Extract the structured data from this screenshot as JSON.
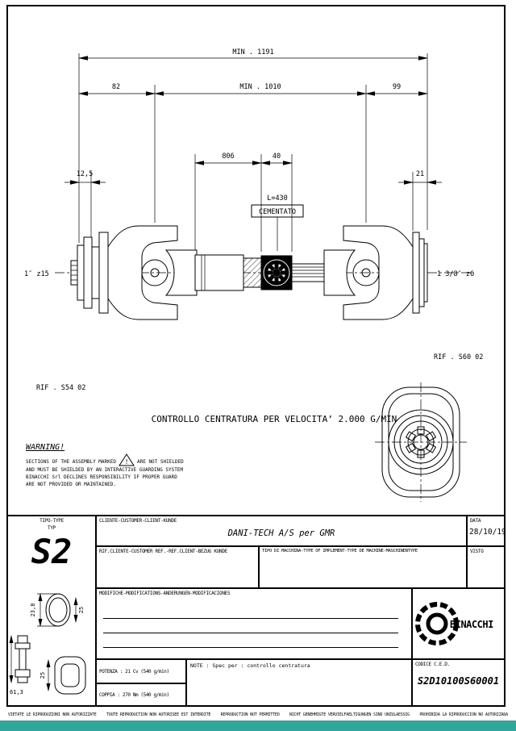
{
  "colors": {
    "accent_bar": "#2ea89b"
  },
  "drawing": {
    "dim_overall": "MIN . 1191",
    "dim_a": "82",
    "dim_b": "MIN . 1010",
    "dim_c": "99",
    "dim_tube": "806",
    "dim_spline": "40",
    "dim_left": "12,5",
    "dim_right": "21",
    "dim_case": "L=430",
    "case_note": "CEMENTATO",
    "profile_left": "1″ z15",
    "profile_right": "1 3/8″ z6",
    "rif_left": "RIF . S54 02",
    "rif_right": "RIF . S60 02",
    "control_note": "CONTROLLO CENTRATURA PER VELOCITA’ 2.000 G/MIN",
    "warning_title": "WARNING!",
    "warning_mark": "!",
    "warning_l1a": "SECTIONS OF THE ASSEMBLY MARKED",
    "warning_l1b": "ARE NOT SHIELDED",
    "warning_l2": "AND MUST BE SHIELDED BY AN INTERACTIVE GUARDING SYSTEM",
    "warning_l3": "BINACCHI Srl DECLINES RESPONSIBILITY IF PROPER GUARD",
    "warning_l4": "ARE NOT PROVIDED OR MAINTAINED."
  },
  "title_block": {
    "tipo_label_1": "TIPO-TYPE",
    "tipo_label_2": "TYP",
    "tipo_value": "S2",
    "sketch_dim_1": "23,8",
    "sketch_dim_2": "25",
    "sketch_dim_3": "61,3",
    "sketch_dim_4": "25",
    "cliente_label": "CLIENTE-CUSTOMER-CLIENT-KUNDE",
    "cliente_value": "DANI-TECH A/S per GMR",
    "data_label": "DATA",
    "data_value": "28/10/19",
    "visto_label": "VISTO",
    "rif_label": "RIF.CLIENTE-CUSTOMER REF.-REF.CLIENT-BEZUG KUNDE",
    "macchina_label": "TIPO DI MACCHINA-TYPE OF IMPLEMENT-TYPE DE MACHINE-MASCHINENTYPE",
    "modifiche_label": "MODIFICHE-MODIFICATIONS-ANDERUNGEN-MODIFICACIONES",
    "potenza": "POTENZA : 21 Cv (540 g/min)",
    "coppia": "COPPIA : 270 Nm (540 g/min)",
    "note": "NOTE : Spec per : controllo centratura",
    "codice_label": "CODICE C.E.D.",
    "codice_value": "S2D10100S60001",
    "brand": "BINACCHI"
  },
  "footer": {
    "items": [
      "VIETATE LE RIPRODUZIONI NON AUTORIZZATE",
      "TOUTE REPRODUCTION NON AUTORISEE EST INTERDITE",
      "REPRODUCTION NOT PERMITTED",
      "NICHT GENEHMIGTE VERVIELFAELTIGUNGEN SIND UNZULAESSIG",
      "PROHIBIDA LA RIPRODUCCION NO AUTORIZADA"
    ]
  }
}
